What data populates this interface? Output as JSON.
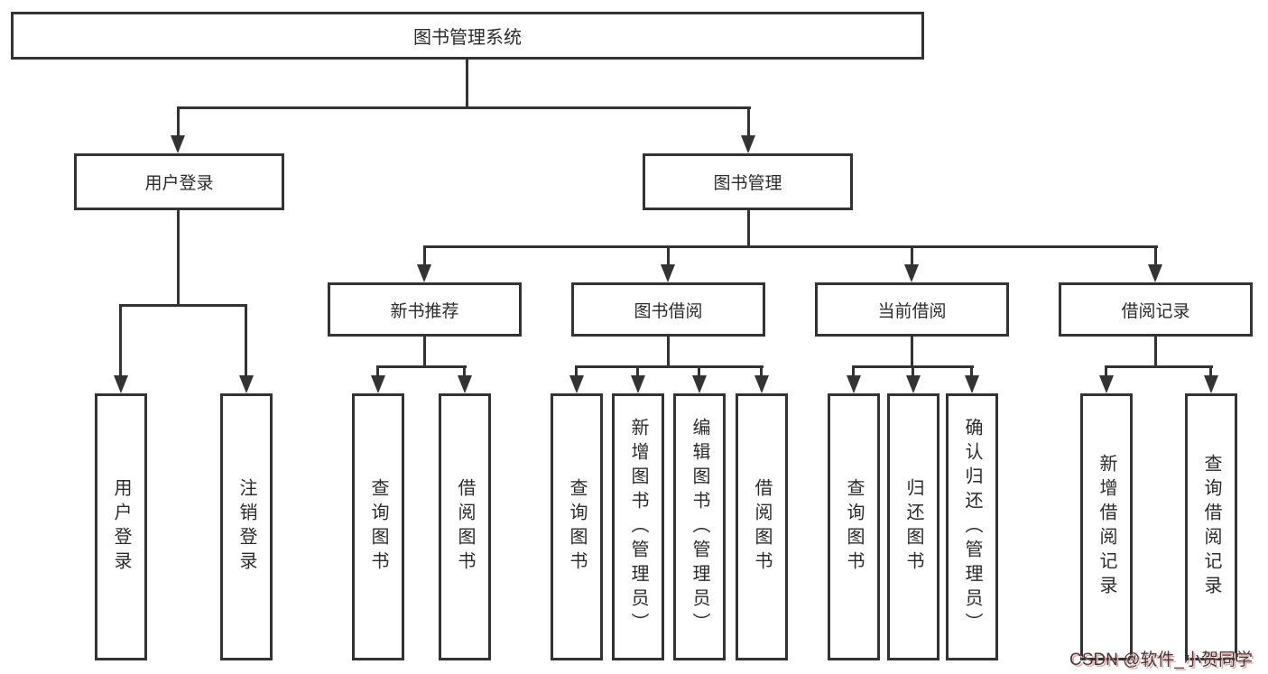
{
  "diagram": {
    "root": {
      "label": "图书管理系统"
    },
    "branches": {
      "user_login": {
        "label": "用户登录",
        "children": [
          {
            "label": "用户登录"
          },
          {
            "label": "注销登录"
          }
        ]
      },
      "book_mgmt": {
        "label": "图书管理",
        "children": [
          {
            "label": "新书推荐",
            "children": [
              {
                "label": "查询图书"
              },
              {
                "label": "借阅图书"
              }
            ]
          },
          {
            "label": "图书借阅",
            "children": [
              {
                "label": "查询图书"
              },
              {
                "label": "新增图书（管理员）"
              },
              {
                "label": "编辑图书（管理员）"
              },
              {
                "label": "借阅图书"
              }
            ]
          },
          {
            "label": "当前借阅",
            "children": [
              {
                "label": "查询图书"
              },
              {
                "label": "归还图书"
              },
              {
                "label": "确认归还（管理员）"
              }
            ]
          },
          {
            "label": "借阅记录",
            "children": [
              {
                "label": "新增借阅记录"
              },
              {
                "label": "查询借阅记录"
              }
            ]
          }
        ]
      }
    }
  },
  "watermark": {
    "text": "CSDN @软件_小贺同学"
  },
  "colors": {
    "line": "#333333",
    "background": "#ffffff",
    "text": "#2b2b2b",
    "watermark_text": "#3d3d3d",
    "watermark_pink": "#f0a4a4"
  }
}
